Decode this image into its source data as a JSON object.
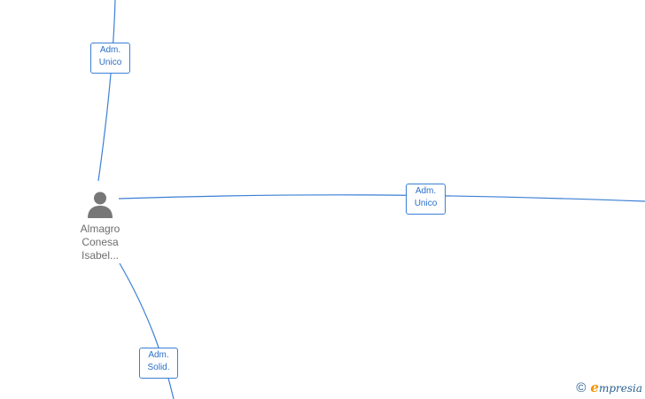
{
  "person": {
    "name_lines": [
      "Almagro",
      "Conesa",
      "Isabel..."
    ],
    "icon": "person-icon"
  },
  "edges": [
    {
      "label_lines": [
        "Adm.",
        "Unico"
      ]
    },
    {
      "label_lines": [
        "Adm.",
        "Unico"
      ]
    },
    {
      "label_lines": [
        "Adm.",
        "Solid."
      ]
    }
  ],
  "brand": {
    "copyright": "©",
    "initial": "e",
    "name": "mpresia"
  },
  "colors": {
    "edge": "#3a7fd5",
    "label_text": "#2a6fc9",
    "person_icon": "#777777",
    "brand_text": "#2a5f8f",
    "brand_accent": "#f29400"
  }
}
